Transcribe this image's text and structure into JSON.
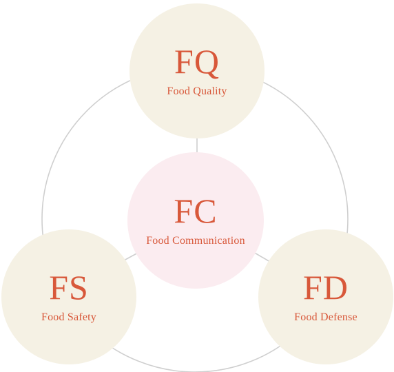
{
  "diagram": {
    "colors": {
      "outer_circle_fill": "#f5f1e4",
      "center_circle_fill": "#fbecf0",
      "text_color": "#d8583a",
      "connector_line": "#cfcfcf"
    },
    "nodes": {
      "fq": {
        "abbr": "FQ",
        "label": "Food Quality"
      },
      "fs": {
        "abbr": "FS",
        "label": "Food Safety"
      },
      "fd": {
        "abbr": "FD",
        "label": "Food Defense"
      },
      "fc": {
        "abbr": "FC",
        "label": "Food Communication"
      }
    }
  }
}
